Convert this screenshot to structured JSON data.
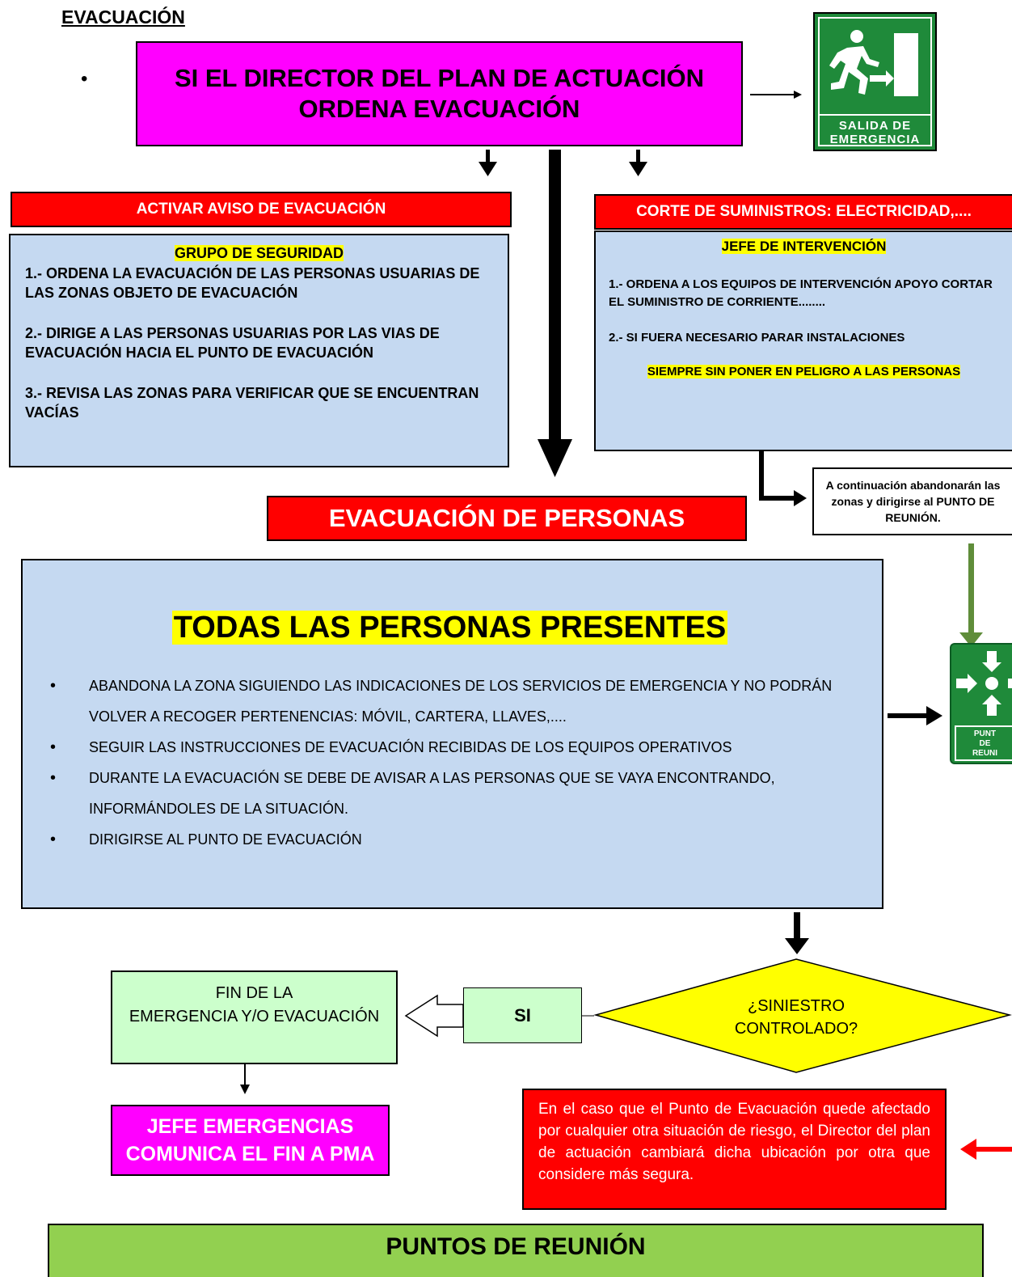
{
  "title": "EVACUACIÓN",
  "bullet": "•",
  "director_line1": "SI EL DIRECTOR DEL PLAN DE ACTUACIÓN",
  "director_line2": "ORDENA EVACUACIÓN",
  "exit_sign": {
    "line1": "SALIDA DE",
    "line2": "EMERGENCIA",
    "color": "#1f8a3a",
    "icon": "running-man-exit-icon"
  },
  "aviso_header": "ACTIVAR AVISO DE EVACUACIÓN",
  "grupo": {
    "title": "GRUPO DE SEGURIDAD",
    "items": [
      "1.- ORDENA LA EVACUACIÓN DE LAS PERSONAS USUARIAS DE LAS ZONAS OBJETO DE EVACUACIÓN",
      "2.- DIRIGE A LAS PERSONAS USUARIAS POR LAS VIAS DE EVACUACIÓN HACIA EL PUNTO DE EVACUACIÓN",
      "3.- REVISA LAS ZONAS PARA VERIFICAR QUE SE ENCUENTRAN VACÍAS"
    ]
  },
  "corte_header": "CORTE DE SUMINISTROS: ELECTRICIDAD,....",
  "jefe": {
    "title": "JEFE DE INTERVENCIÓN",
    "items": [
      "1.- ORDENA A LOS EQUIPOS DE INTERVENCIÓN APOYO CORTAR EL SUMINISTRO DE CORRIENTE........",
      "2.- SI FUERA NECESARIO PARAR INSTALACIONES"
    ],
    "warning": "SIEMPRE SIN PONER EN PELIGRO A LAS PERSONAS"
  },
  "continuacion": "A continuación abandonarán las zonas y dirigirse al PUNTO DE REUNIÓN.",
  "evacuacion_personas": "EVACUACIÓN DE PERSONAS",
  "todas": {
    "title": "TODAS LAS PERSONAS PRESENTES",
    "items": [
      "ABANDONA LA ZONA SIGUIENDO LAS INDICACIONES DE LOS SERVICIOS DE EMERGENCIA Y NO PODRÁN VOLVER A RECOGER PERTENENCIAS: MÓVIL, CARTERA, LLAVES,....",
      "SEGUIR LAS INSTRUCCIONES DE EVACUACIÓN RECIBIDAS DE LOS EQUIPOS OPERATIVOS",
      "DURANTE LA EVACUACIÓN SE DEBE DE AVISAR A LAS PERSONAS QUE SE VAYA ENCONTRANDO, INFORMÁNDOLES DE LA SITUACIÓN.",
      "DIRIGIRSE AL PUNTO DE EVACUACIÓN"
    ]
  },
  "punto_sign": {
    "line1": "PUNT",
    "line2": "DE",
    "line3": "REUNI",
    "color": "#1f8a3a",
    "icon": "assembly-point-icon"
  },
  "siniestro_line1": "¿SINIESTRO",
  "siniestro_line2": "CONTROLADO?",
  "si": "SI",
  "fin_line1": "FIN DE LA",
  "fin_line2": "EMERGENCIA Y/O EVACUACIÓN",
  "jefe_emergencias_line1": "JEFE EMERGENCIAS",
  "jefe_emergencias_line2": "COMUNICA EL FIN A PMA",
  "red_note": "En el caso que el Punto de Evacuación quede afectado por cualquier otra situación de riesgo, el Director del plan de actuación cambiará dicha ubicación por otra que considere más segura.",
  "puntos_reunion": "PUNTOS DE REUNIÓN",
  "colors": {
    "magenta": "#ff00ff",
    "red": "#ff0000",
    "blue": "#c5d9f1",
    "yellow": "#ffff00",
    "light_green": "#ccffcc",
    "green": "#92d050",
    "dark_green_arrow": "#5f8d3a"
  }
}
